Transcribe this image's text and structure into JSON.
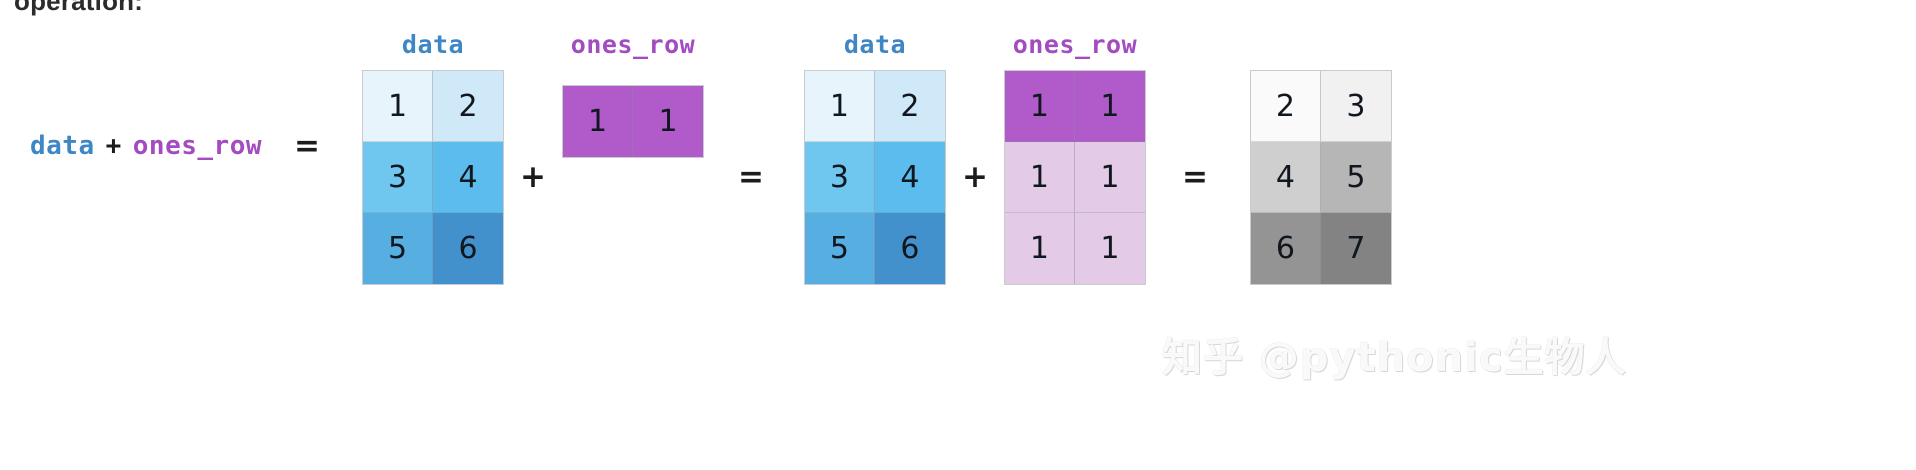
{
  "page": {
    "cutoff_heading": "operation:",
    "watermark": "知乎 @pythonic生物人"
  },
  "colors": {
    "data_label": "#3f87c4",
    "ones_label": "#a34bc0",
    "operator": "#1c1c1c",
    "cell_text": "#10171f",
    "matrix_border": "#c8ccd0",
    "data_shades": [
      "#e8f4fb",
      "#cfe9f8",
      "#6fc6ef",
      "#5bbced",
      "#57aee0",
      "#4391cc"
    ],
    "ones_dark": "#b05bc9",
    "ones_light": "#e3cbe8",
    "result_shades": [
      "#fafafa",
      "#f1f1f1",
      "#cfcfcf",
      "#b6b6b6",
      "#949494",
      "#838383"
    ]
  },
  "expression": {
    "left": "data",
    "operator_plus": "+",
    "right": "ones_row",
    "operator_equals": "="
  },
  "operators": {
    "plus": "+",
    "equals": "="
  },
  "captions": {
    "data": "data",
    "ones_row": "ones_row"
  },
  "matrices": {
    "data": {
      "label": "data",
      "rows": 3,
      "cols": 2,
      "values": [
        [
          "1",
          "2"
        ],
        [
          "3",
          "4"
        ],
        [
          "5",
          "6"
        ]
      ]
    },
    "ones_row_1d": {
      "label": "ones_row",
      "rows": 1,
      "cols": 2,
      "values": [
        [
          "1",
          "1"
        ]
      ]
    },
    "ones_row_broadcast": {
      "label": "ones_row",
      "rows": 3,
      "cols": 2,
      "values": [
        [
          "1",
          "1"
        ],
        [
          "1",
          "1"
        ],
        [
          "1",
          "1"
        ]
      ]
    },
    "result": {
      "rows": 3,
      "cols": 2,
      "values": [
        [
          "2",
          "3"
        ],
        [
          "4",
          "5"
        ],
        [
          "6",
          "7"
        ]
      ]
    }
  }
}
